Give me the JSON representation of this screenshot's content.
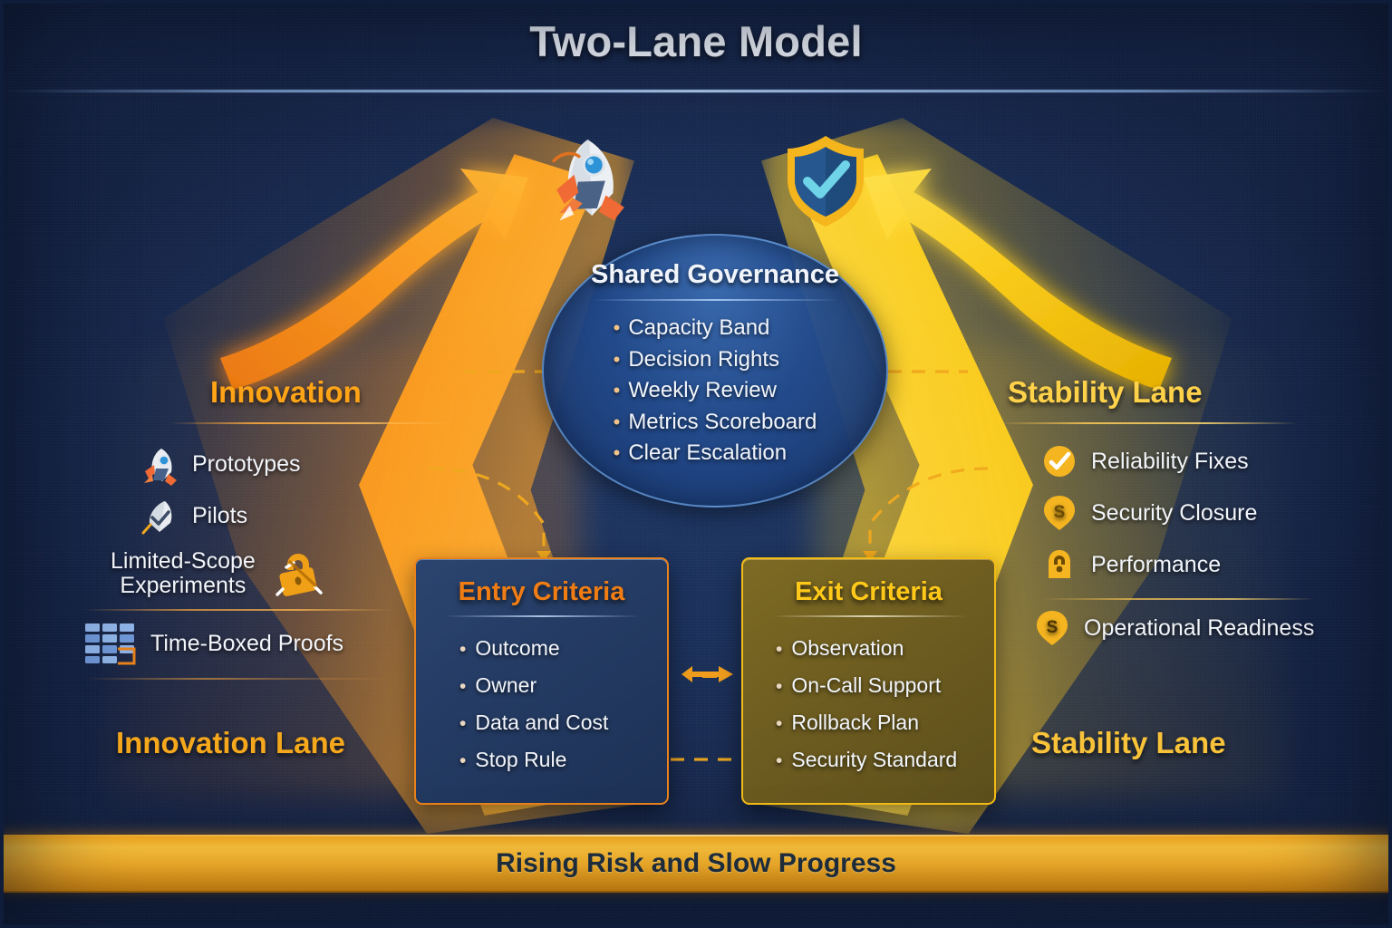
{
  "title": "Two-Lane Model",
  "governance": {
    "heading": "Shared Governance",
    "items": [
      "Capacity Band",
      "Decision Rights",
      "Weekly Review",
      "Metrics Scoreboard",
      "Clear Escalation"
    ]
  },
  "innovation_lane": {
    "heading": "Innovation",
    "footer_label": "Innovation Lane",
    "accent_color": "#ffa416",
    "items": [
      {
        "label": "Prototypes",
        "icon": "rocket-icon",
        "icon_side": "left"
      },
      {
        "label": "Pilots",
        "icon": "rocket-check-icon",
        "icon_side": "left"
      },
      {
        "label": "Limited-Scope\nExperiments",
        "icon": "broken-lock-icon",
        "icon_side": "right"
      },
      {
        "label": "Time-Boxed Proofs",
        "icon": "table-grid-icon",
        "icon_side": "left"
      }
    ]
  },
  "stability_lane": {
    "heading": "Stability Lane",
    "footer_label": "Stability Lane",
    "accent_color": "#ffd24a",
    "items": [
      {
        "label": "Reliability Fixes",
        "icon": "check-circle-icon"
      },
      {
        "label": "Security Closure",
        "icon": "shield-pin-s-icon"
      },
      {
        "label": "Performance",
        "icon": "lock-icon"
      },
      {
        "label": "Operational Readiness",
        "icon": "shield-pin-s-icon"
      }
    ]
  },
  "entry_criteria": {
    "heading": "Entry Criteria",
    "accent_color": "#f07d14",
    "items": [
      "Outcome",
      "Owner",
      "Data and Cost",
      "Stop Rule"
    ]
  },
  "exit_criteria": {
    "heading": "Exit Criteria",
    "accent_color": "#ffc91a",
    "items": [
      "Observation",
      "On-Call Support",
      "Rollback Plan",
      "Security Standard"
    ]
  },
  "banner": {
    "text": "Rising Risk and Slow Progress",
    "background_color": "#ffb62a",
    "text_color": "#21303f"
  },
  "decorations": {
    "rocket_icon": "rocket-icon",
    "shield_check_icon": "shield-check-icon",
    "left_arrow": "rising-arrow-orange",
    "right_arrow": "rising-arrow-gold",
    "transfer_arrow": "entry-to-exit-arrow"
  },
  "bullet_glyph": "•"
}
